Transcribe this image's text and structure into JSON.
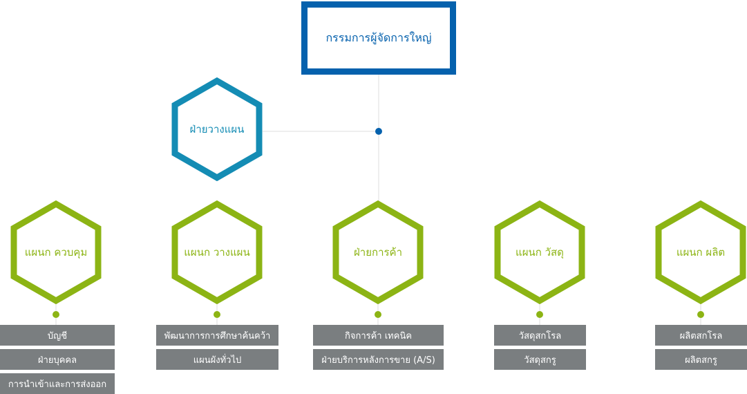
{
  "colors": {
    "top_border": "#0561ad",
    "blue_hex": "#148cb4",
    "green_hex": "#8cb414",
    "sub_box": "#7a7e80",
    "line": "#dcdcdc"
  },
  "top": {
    "label": "กรรมการผู้จัดการใหญ่"
  },
  "staff": {
    "label": "ฝ่ายวางแผน"
  },
  "departments": [
    {
      "label": "แผนก ควบคุม",
      "subs": [
        "บัญชี",
        "ฝ่ายบุคคล",
        "การนำเข้าและการส่งออก"
      ]
    },
    {
      "label": "แผนก วางแผน",
      "subs": [
        "พัฒนาการการศึกษาค้นคว้า",
        "แผนผังทั่วไป"
      ]
    },
    {
      "label": "ฝ่ายการค้า",
      "subs": [
        "กิจการค้า เทคนิค",
        "ฝ่ายบริการหลังการขาย (A/S)"
      ]
    },
    {
      "label": "แผนก วัสดุ",
      "subs": [
        "วัสดุสกโรล",
        "วัสดุสกรู"
      ]
    },
    {
      "label": "แผนก ผลิต",
      "subs": [
        "ผลิตสกโรล",
        "ผลิตสกรู"
      ]
    }
  ]
}
